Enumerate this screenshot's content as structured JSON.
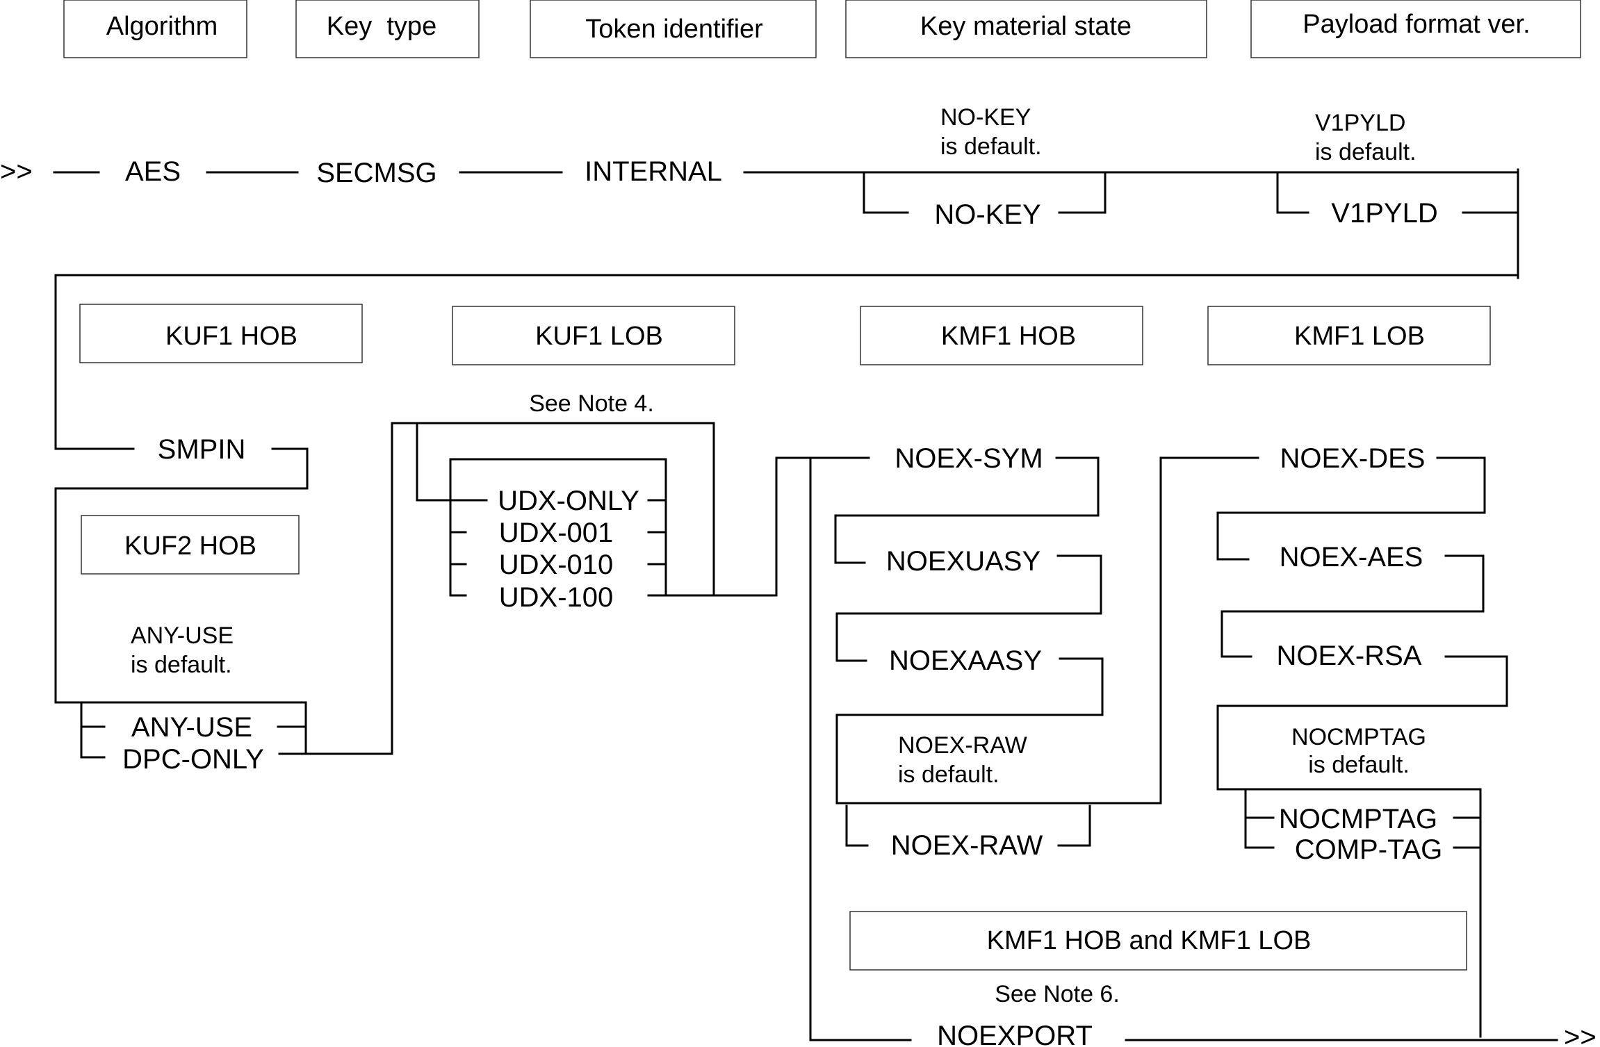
{
  "headers": {
    "algorithm": "Algorithm",
    "key_type": "Key  type",
    "token_identifier": "Token identifier",
    "key_material_state": "Key material state",
    "payload_format_ver": "Payload format ver.",
    "kuf1_hob": "KUF1 HOB",
    "kuf1_lob": "KUF1 LOB",
    "kmf1_hob": "KMF1 HOB",
    "kmf1_lob": "KMF1 LOB",
    "kuf2_hob": "KUF2 HOB",
    "kmf1_hob_and_lob": "KMF1 HOB and KMF1 LOB"
  },
  "start_marker": ">>",
  "end_marker": ">>",
  "row1": {
    "aes": "AES",
    "secmsg": "SECMSG",
    "internal": "INTERNAL",
    "key_state_default_note": [
      "NO-KEY",
      "is default."
    ],
    "no_key": "NO-KEY",
    "payload_default_note": [
      "V1PYLD",
      "is default."
    ],
    "v1pyld": "V1PYLD"
  },
  "kuf1_hob": {
    "smpin": "SMPIN"
  },
  "kuf2_hob": {
    "default_note": [
      "ANY-USE",
      "is default."
    ],
    "any_use": "ANY-USE",
    "dpc_only": "DPC-ONLY"
  },
  "kuf1_lob": {
    "see_note": "See Note 4.",
    "options": [
      "UDX-ONLY",
      "UDX-001",
      "UDX-010",
      "UDX-100"
    ]
  },
  "kmf1_hob": {
    "noex_sym": "NOEX-SYM",
    "noexuasy": "NOEXUASY",
    "noexaasy": "NOEXAASY",
    "default_note": [
      "NOEX-RAW",
      "is default."
    ],
    "noex_raw": "NOEX-RAW"
  },
  "kmf1_lob": {
    "noex_des": "NOEX-DES",
    "noex_aes": "NOEX-AES",
    "noex_rsa": "NOEX-RSA",
    "default_note": [
      "NOCMPTAG",
      "is default."
    ],
    "nocmptag": "NOCMPTAG",
    "comp_tag": "COMP-TAG"
  },
  "kmf1_both": {
    "see_note": "See Note 6.",
    "noexport": "NOEXPORT"
  }
}
